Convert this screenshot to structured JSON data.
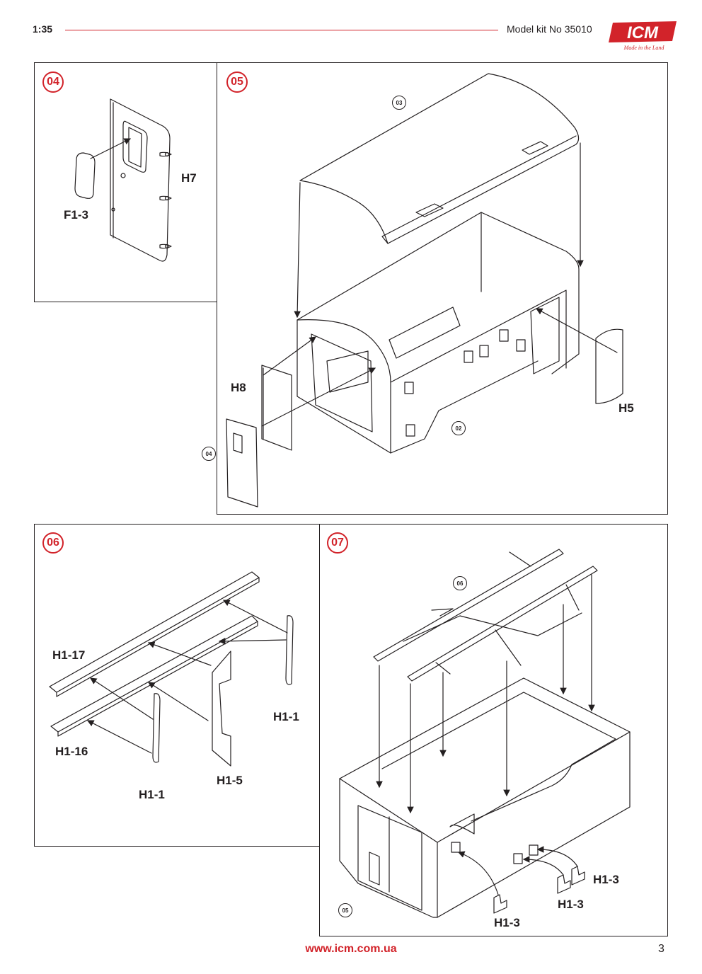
{
  "header": {
    "scale": "1:35",
    "kit_number": "Model kit No 35010",
    "logo_text": "ICM",
    "logo_tagline": "Made in the Land"
  },
  "steps": [
    {
      "number": "04",
      "parts": [
        "H7",
        "F1-3"
      ]
    },
    {
      "number": "05",
      "parts": [
        "H8",
        "H5"
      ],
      "refs": [
        "03",
        "02",
        "04"
      ]
    },
    {
      "number": "06",
      "parts": [
        "H1-17",
        "H1-16",
        "H1-1",
        "H1-5",
        "H1-1"
      ]
    },
    {
      "number": "07",
      "parts": [
        "H1-3",
        "H1-3",
        "H1-3"
      ],
      "refs": [
        "06",
        "05"
      ]
    }
  ],
  "footer": {
    "url": "www.icm.com.ua",
    "page": "3"
  },
  "colors": {
    "accent": "#d2232a",
    "ink": "#231f20"
  }
}
